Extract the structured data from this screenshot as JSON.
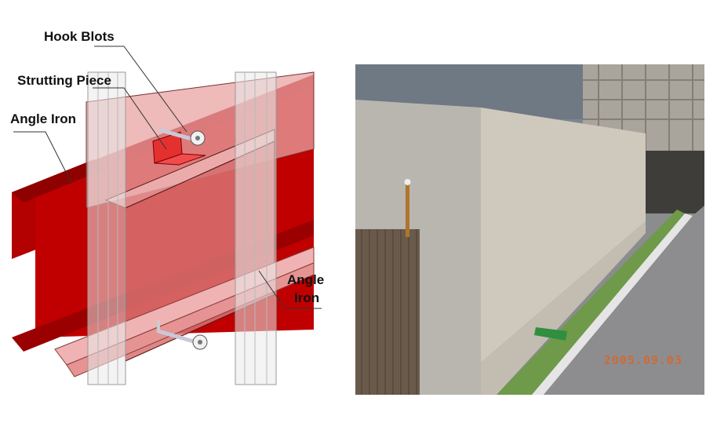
{
  "diagram": {
    "labels": {
      "hook_bolts": "Hook Blots",
      "strutting_piece": "Strutting Piece",
      "angle_iron_top": "Angle Iron",
      "angle_iron_bottom_line1": "Angle",
      "angle_iron_bottom_line2": "Iron"
    },
    "colors": {
      "steel_red": "#c00000",
      "panel_pink": "#e79a9a",
      "panel_frame": "#dcdcdc"
    }
  },
  "photo": {
    "date_stamp": "2005.09.03",
    "colors": {
      "wall": "#cdc8bd",
      "grass": "#6e9a4a",
      "road": "#8d8d90",
      "date_stamp": "#d2692e"
    }
  }
}
